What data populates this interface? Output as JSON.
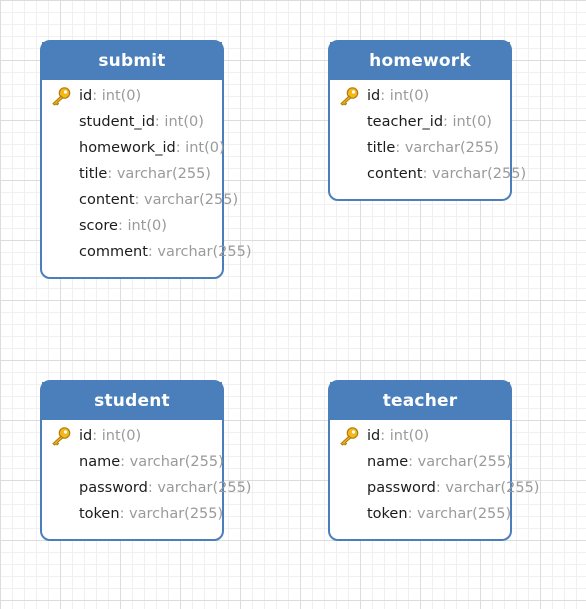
{
  "entities": [
    {
      "id": "submit",
      "title": "submit",
      "fields": [
        {
          "name": "id",
          "type": ": int(0)",
          "pk": true
        },
        {
          "name": "student_id",
          "type": ": int(0)",
          "pk": false
        },
        {
          "name": "homework_id",
          "type": ": int(0)",
          "pk": false
        },
        {
          "name": "title",
          "type": ": varchar(255)",
          "pk": false
        },
        {
          "name": "content",
          "type": ": varchar(255)",
          "pk": false
        },
        {
          "name": "score",
          "type": ": int(0)",
          "pk": false
        },
        {
          "name": "comment",
          "type": ": varchar(255)",
          "pk": false
        }
      ]
    },
    {
      "id": "homework",
      "title": "homework",
      "fields": [
        {
          "name": "id",
          "type": ": int(0)",
          "pk": true
        },
        {
          "name": "teacher_id",
          "type": ": int(0)",
          "pk": false
        },
        {
          "name": "title",
          "type": ": varchar(255)",
          "pk": false
        },
        {
          "name": "content",
          "type": ": varchar(255)",
          "pk": false
        }
      ]
    },
    {
      "id": "student",
      "title": "student",
      "fields": [
        {
          "name": "id",
          "type": ": int(0)",
          "pk": true
        },
        {
          "name": "name",
          "type": ": varchar(255)",
          "pk": false
        },
        {
          "name": "password",
          "type": ": varchar(255)",
          "pk": false
        },
        {
          "name": "token",
          "type": ": varchar(255)",
          "pk": false
        }
      ]
    },
    {
      "id": "teacher",
      "title": "teacher",
      "fields": [
        {
          "name": "id",
          "type": ": int(0)",
          "pk": true
        },
        {
          "name": "name",
          "type": ": varchar(255)",
          "pk": false
        },
        {
          "name": "password",
          "type": ": varchar(255)",
          "pk": false
        },
        {
          "name": "token",
          "type": ": varchar(255)",
          "pk": false
        }
      ]
    }
  ],
  "colors": {
    "header": "#4a7fbb",
    "border": "#4a7fbb",
    "field_name": "#1c1c1c",
    "field_type": "#9a9a9a",
    "key": "#e8b016"
  },
  "icons": {
    "primary_key": "key-icon"
  }
}
